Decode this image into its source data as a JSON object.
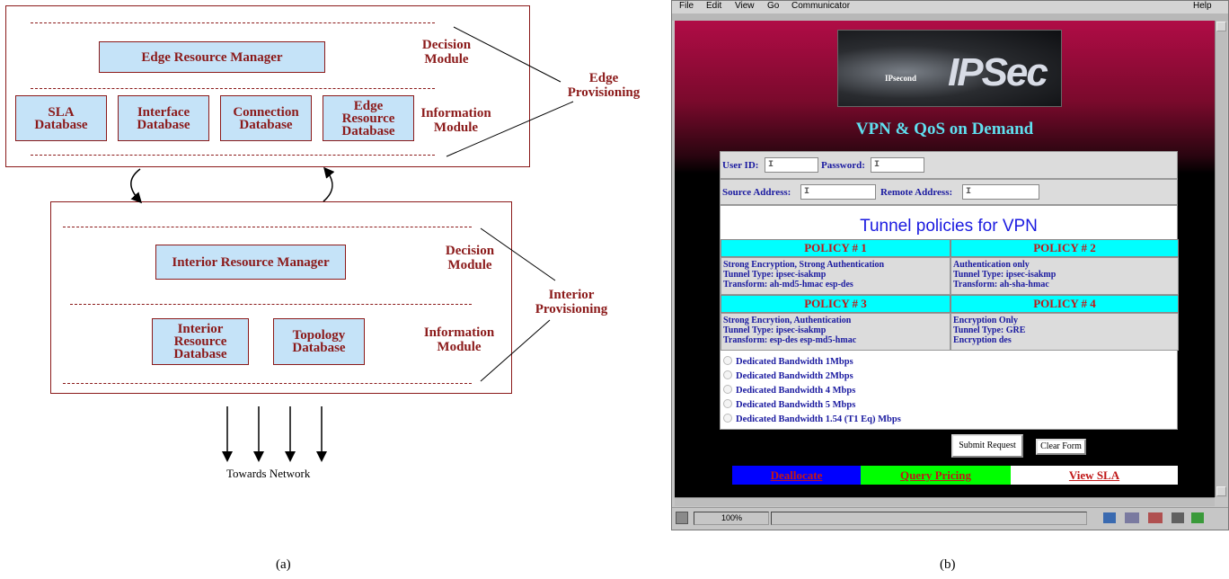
{
  "panel_a": {
    "edge": {
      "manager": "Edge Resource Manager",
      "decision_label": "Decision Module",
      "information_label": "Information Module",
      "provisioning_label": "Edge Provisioning",
      "databases": [
        "SLA Database",
        "Interface Database",
        "Connection Database",
        "Edge Resource Database"
      ]
    },
    "interior": {
      "manager": "Interior Resource Manager",
      "decision_label": "Decision Module",
      "information_label": "Information Module",
      "provisioning_label": "Interior Provisioning",
      "databases": [
        "Interior Resource Database",
        "Topology Database"
      ]
    },
    "towards_network": "Towards Network",
    "caption": "(a)"
  },
  "panel_b": {
    "menu": [
      "File",
      "Edit",
      "View",
      "Go",
      "Communicator",
      "Help"
    ],
    "logo_text": "IPSec",
    "logo_small": "IPsecond",
    "heading": "VPN & QoS on Demand",
    "form": {
      "user_id_label": "User ID:",
      "password_label": "Password:",
      "source_label": "Source Address:",
      "remote_label": "Remote Address:",
      "cursor": "I"
    },
    "policies_title": "Tunnel policies for VPN",
    "policies": [
      {
        "head": "POLICY # 1",
        "lines": [
          "Strong Encryption, Strong Authentication",
          "Tunnel Type: ipsec-isakmp",
          "Transform: ah-md5-hmac esp-des"
        ]
      },
      {
        "head": "POLICY # 2",
        "lines": [
          "Authentication only",
          "Tunnel Type: ipsec-isakmp",
          "Transform: ah-sha-hmac"
        ]
      },
      {
        "head": "POLICY # 3",
        "lines": [
          "Strong Encrytion, Authentication",
          "Tunnel Type: ipsec-isakmp",
          "Transform: esp-des esp-md5-hmac"
        ]
      },
      {
        "head": "POLICY # 4",
        "lines": [
          "Encryption Only",
          "Tunnel Type: GRE",
          "Encryption des"
        ]
      }
    ],
    "bandwidth_options": [
      "Dedicated Bandwidth 1Mbps",
      "Dedicated Bandwidth 2Mbps",
      "Dedicated Bandwidth 4 Mbps",
      "Dedicated Bandwidth 5 Mbps",
      "Dedicated Bandwidth 1.54 (T1 Eq) Mbps"
    ],
    "submit_label": "Submit Request",
    "clear_label": "Clear Form",
    "links": [
      {
        "label": "Deallocate",
        "bg": "#0000ff",
        "color": "#c01818"
      },
      {
        "label": "Query Pricing",
        "bg": "#00ff00",
        "color": "#c01818"
      },
      {
        "label": "View SLA",
        "bg": "#ffffff",
        "color": "#c01818"
      }
    ],
    "zoom": "100%",
    "caption": "(b)"
  }
}
